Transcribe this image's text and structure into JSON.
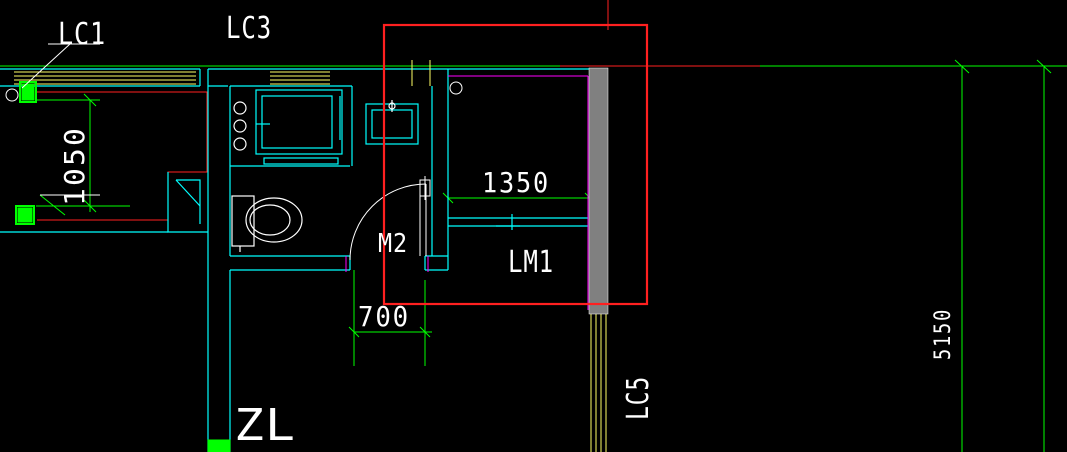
{
  "labels": {
    "lc1": "LC1",
    "lc3": "LC3",
    "lc5": "LC5",
    "lm1": "LM1",
    "m2": "M2",
    "zl": "ZL"
  },
  "dimensions": {
    "d1050": "1050",
    "d1350": "1350",
    "d700": "700",
    "d5150": "5150"
  },
  "colors": {
    "background": "#000000",
    "wall": "#00ffff",
    "dimension": "#00ff00",
    "window": "#ffff66",
    "pipe_red": "#ff2020",
    "magenta": "#ff00ff",
    "highlight": "#ff2020",
    "column_fill": "#808080",
    "text": "#ffffff"
  },
  "icons": [
    "toilet-icon",
    "sink-icon",
    "bathtub-icon",
    "door-swing-icon",
    "floor-drain-icon"
  ]
}
